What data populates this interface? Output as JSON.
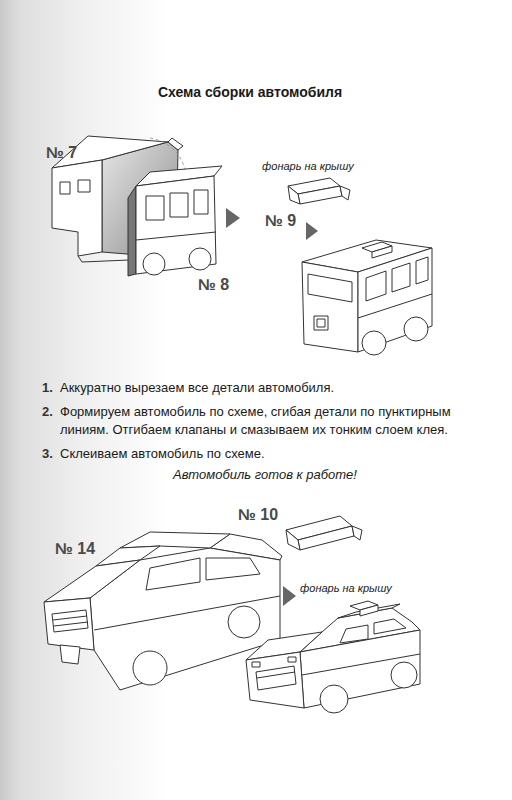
{
  "diagram": {
    "title": "Схема сборки автомобиля",
    "labels": [
      "№ 7",
      "фонарь на крышу",
      "№ 9",
      "№ 8",
      "1.",
      "Аккуратно вырезаем все детали автомобиля.",
      "2.",
      "Формируем автомобиль по схеме, сгибая детали по пунктирным линиям. Отгибаем клапаны и смазываем их тонким слоем клея.",
      "3.",
      "Склеиваем автомобиль по схеме.",
      "Автомобиль готов к работе!",
      "№ 10",
      "фонарь на крышу",
      "№ 14"
    ]
  }
}
